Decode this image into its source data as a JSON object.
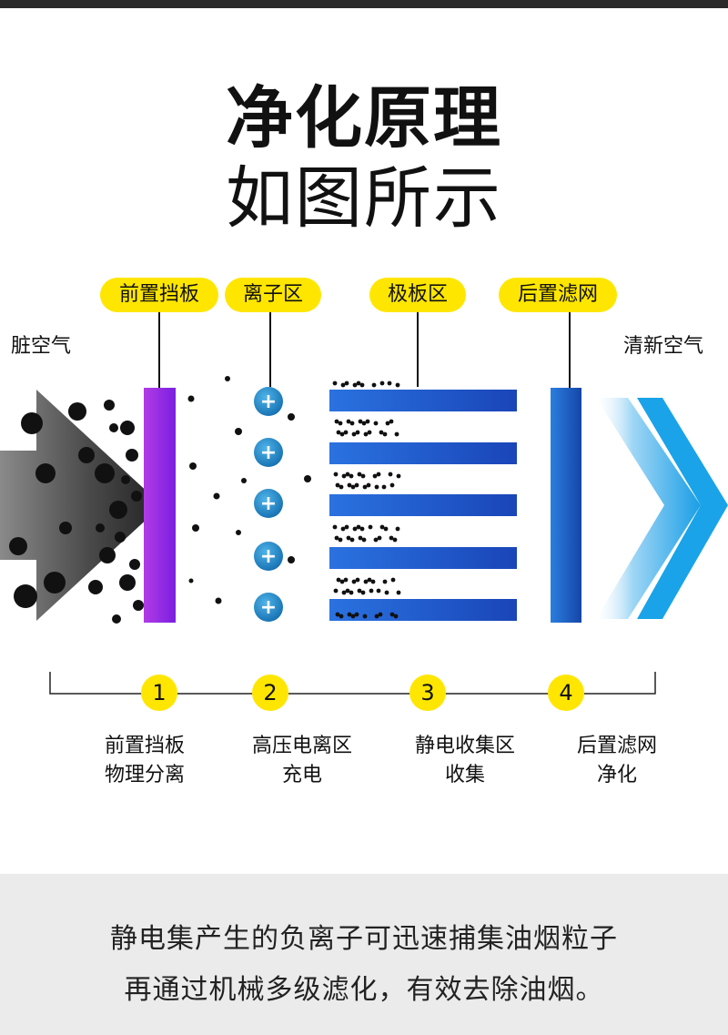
{
  "title": {
    "line1": "净化原理",
    "line2": "如图所示"
  },
  "zones": {
    "pre_baffle": "前置挡板",
    "ion_zone": "离子区",
    "plate_zone": "极板区",
    "post_filter": "后置滤网"
  },
  "air": {
    "dirty": "脏空气",
    "fresh": "清新空气"
  },
  "ions": {
    "symbol": "+"
  },
  "steps": [
    {
      "number": "1",
      "line1": "前置挡板",
      "line2": "物理分离"
    },
    {
      "number": "2",
      "line1": "高压电离区",
      "line2": "充电"
    },
    {
      "number": "3",
      "line1": "静电收集区",
      "line2": "收集"
    },
    {
      "number": "4",
      "line1": "后置滤网",
      "line2": "净化"
    }
  ],
  "footer": {
    "line1": "静电集产生的负离子可迅速捕集油烟粒子",
    "line2": "再通过机械多级滤化，有效去除油烟。"
  },
  "colors": {
    "accent_yellow": "#ffe600",
    "baffle_purple": "#8a2be2",
    "plate_blue": "#1a56c8",
    "ion_blue": "#1f7fc0",
    "fresh_air_blue": "#1aa3e8",
    "dirty_air_gray": "#555555"
  },
  "icons": {
    "dirty_air": "gray-arrow-icon",
    "fresh_air": "blue-double-arrow-icon",
    "flow": "blue-right-arrow-icon"
  }
}
